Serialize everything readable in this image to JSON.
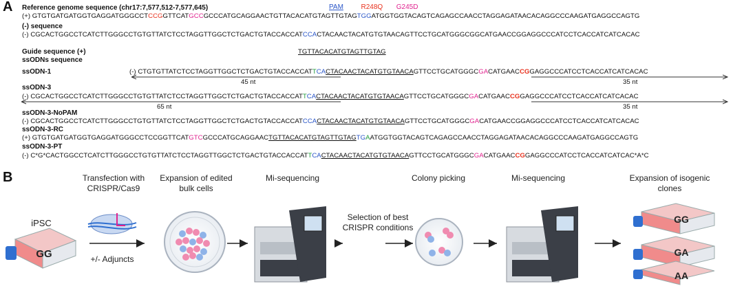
{
  "panel_a": {
    "letter": "A",
    "ref_title": "Reference genome sequence (chr17:7,577,512-7,577,645)",
    "legend": {
      "pam": "PAM",
      "r248q": "R248Q",
      "g245d": "G245D"
    },
    "ref_plus_a": "(+) GTGTGATGATGGTGAGGATGGGCCT",
    "ref_plus_b": "CCG",
    "ref_plus_c": "GTTCAT",
    "ref_plus_d": "GCC",
    "ref_plus_e": "GCCCATGCAGGAACTGTTACACATGTAGTTGTAG",
    "ref_plus_f": "TGG",
    "ref_plus_g": "ATGGTGGTACAGTCAGAGCCAACCTAGGAGATAACACAGGCCCAAGATGAGGCCAGTG",
    "minus_title": "(-) sequence",
    "minus_a": "(-) CGCACTGGCCTCATCTTGGGCCTGTGTTATCTCCTAGGTTGGCTCTGACTGTACCACCAT",
    "minus_b": "CCA",
    "minus_c": "CTACAACTACATGTGTAACAGTTCCTGCATGGGCGGCATGAACCGGAGGCCCATCCTCACCATCATCACAC",
    "guide_title": "Guide sequence (+)",
    "guide_seq": "TGTTACACATGTAGTTGTAG",
    "ssodn_title": "ssODNs sequence",
    "ssodn1_title": "ssODN-1",
    "ssodn1_a": "(-) CTGTGTTATCTCCTAGGTTGGCTCTGACTGTACCACCAT",
    "ssodn1_b": "T",
    "ssodn1_c": "CA",
    "ssodn1_d": "CTACAACTACATGTGTAACA",
    "ssodn1_e": "GTTCCTGCATGGGC",
    "ssodn1_f": "GA",
    "ssodn1_g": "CATGAAC",
    "ssodn1_h": "CG",
    "ssodn1_i": "GAGGCCCATCCTCACCATCATCACAC",
    "ssodn1_left_nt": "45 nt",
    "ssodn1_right_nt": "35 nt",
    "ssodn3_title": "ssODN-3",
    "ssodn3_a": "(-) CGCACTGGCCTCATCTTGGGCCTGTGTTATCTCCTAGGTTGGCTCTGACTGTACCACCAT",
    "ssodn3_b": "T",
    "ssodn3_c": "CA",
    "ssodn3_d": "CTACAACTACATGTGTAACA",
    "ssodn3_e": "GTTCCTGCATGGGC",
    "ssodn3_f": "GA",
    "ssodn3_g": "CATGAAC",
    "ssodn3_h": "CG",
    "ssodn3_i": "GAGGCCCATCCTCACCATCATCACAC",
    "ssodn3_left_nt": "65 nt",
    "ssodn3_right_nt": "35 nt",
    "nopam_title": "ssODN-3-NoPAM",
    "nopam_a": "(-) CGCACTGGCCTCATCTTGGGCCTGTGTTATCTCCTAGGTTGGCTCTGACTGTACCACCAT",
    "nopam_b": "CCA",
    "nopam_c": "CTACAACTACATGTGTAACA",
    "nopam_d": "GTTCCTGCATGGGC",
    "nopam_e": "GA",
    "nopam_f": "CATGAACCGGAGGCCCATCCTCACCATCATCACAC",
    "rc_title": "ssODN-3-RC",
    "rc_a": "(+) GTGTGATGATGGTGAGGATGGGCCTCCGGTTCAT",
    "rc_b": "GTC",
    "rc_c": "GCCCATGCAGGAAC",
    "rc_d": "TGTTACACATGTAGTTGTAG",
    "rc_e": "TG",
    "rc_f": "A",
    "rc_g": "ATGGTGGTACAGTCAGAGCCAACCTAGGAGATAACACAGGCCCAAGATGAGGCCAGTG",
    "pt_title": "ssODN-3-PT",
    "pt_a": "(-) C*G*CACTGGCCTCATCTTGGGCCTGTGTTATCTCCTAGGTTGGCTCTGACTGTACCACCAT",
    "pt_b": "T",
    "pt_c": "CA",
    "pt_d": "CTACAACTACATGTGTAACA",
    "pt_e": "GTTCCTGCATGGGC",
    "pt_f": "GA",
    "pt_g": "CATGAAC",
    "pt_h": "CG",
    "pt_i": "GAGGCCCATCCTCACCATCATCAC*A*C"
  },
  "panel_b": {
    "letter": "B",
    "step_transfection": "Transfection with CRISPR/Cas9",
    "step_expansion_bulk": "Expansion of edited bulk cells",
    "step_miseq1": "Mi-sequencing",
    "step_selection": "Selection of best CRISPR conditions",
    "step_colony": "Colony picking",
    "step_miseq2": "Mi-sequencing",
    "step_expansion_iso": "Expansion of isogenic clones",
    "ipsc_label": "iPSC",
    "ipsc_genotype": "GG",
    "adjuncts": "+/- Adjuncts",
    "clone_1": "GG",
    "clone_2": "GA",
    "clone_3": "AA",
    "colors": {
      "flask_fill": "#f08b8b",
      "cap_blue": "#2f6fd0",
      "pink_cell": "#f08bb0",
      "blue_cell": "#8fb3e8",
      "device_dark": "#3b3f47"
    }
  }
}
